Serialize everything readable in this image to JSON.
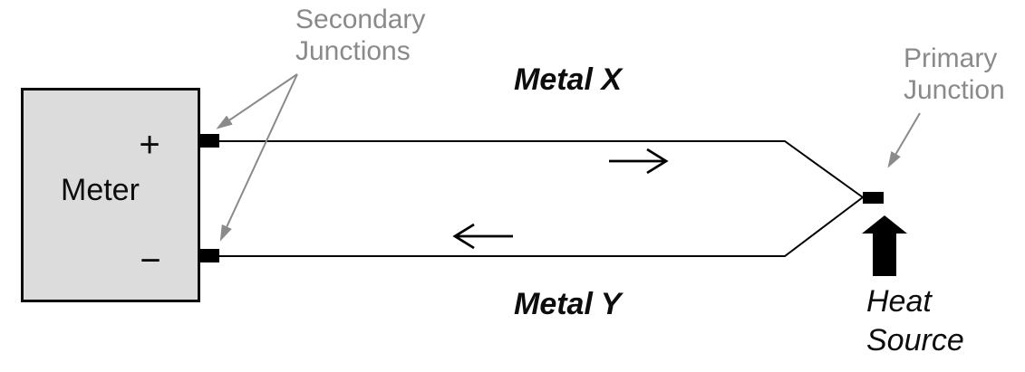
{
  "diagram": {
    "meter": {
      "label": "Meter",
      "plus": "+",
      "minus": "−"
    },
    "labels": {
      "secondary_junctions": "Secondary\nJunctions",
      "primary_junction": "Primary\nJunction",
      "metal_x": "Metal X",
      "metal_y": "Metal Y",
      "heat_source": "Heat\nSource"
    },
    "icons": {
      "current_flow_top": "right-arrow",
      "current_flow_bottom": "left-arrow",
      "heat": "thick-up-arrow",
      "leaders": "gray-pointer-arrows"
    },
    "colors": {
      "background": "#ffffff",
      "meter_fill": "#dcdcdc",
      "outline": "#000000",
      "annotation_gray": "#8a8a8a"
    }
  }
}
